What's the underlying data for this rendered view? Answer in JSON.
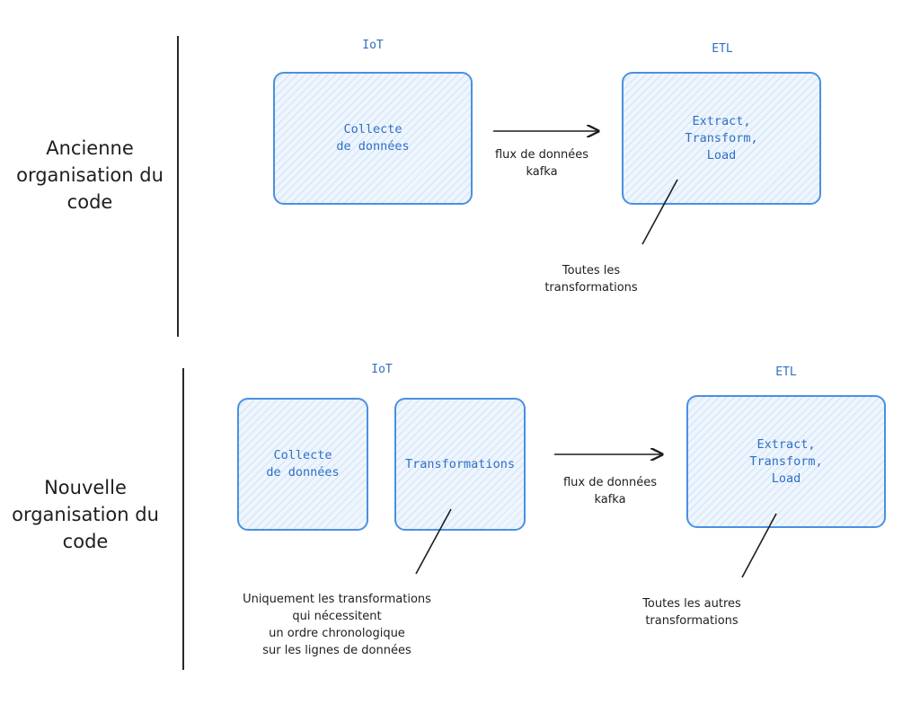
{
  "sections": {
    "old": {
      "label": "Ancienne\norganisation\ndu code",
      "iot_tag": "IoT",
      "etl_tag": "ETL",
      "collect_box": "Collecte\nde données",
      "etl_box": "Extract,\nTransform,\nLoad",
      "flow_label": "flux de données\nkafka",
      "etl_note": "Toutes les\ntransformations"
    },
    "new": {
      "label": "Nouvelle\norganisation\ndu code",
      "iot_tag": "IoT",
      "etl_tag": "ETL",
      "collect_box": "Collecte\nde données",
      "transform_box": "Transformations",
      "etl_box": "Extract,\nTransform,\nLoad",
      "flow_label": "flux de données\nkafka",
      "transform_note": "Uniquement les transformations\nqui nécessitent\nun ordre chronologique\nsur les lignes de données",
      "etl_note": "Toutes les autres\ntransformations"
    }
  },
  "colors": {
    "accent": "#4a90e2",
    "text": "#1e1e1e"
  }
}
